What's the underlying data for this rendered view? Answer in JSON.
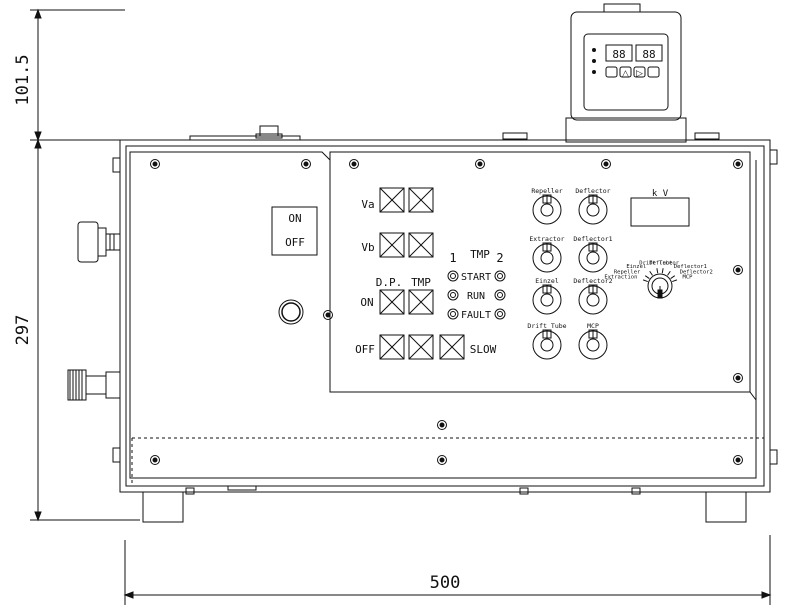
{
  "dimensions": {
    "height_top": "101.5",
    "height_main": "297",
    "width": "500"
  },
  "power_switch": {
    "on": "ON",
    "off": "OFF"
  },
  "controller": {
    "display1": "88",
    "display2": "88",
    "buttons": [
      "",
      "△",
      "▷",
      ""
    ]
  },
  "meters": {
    "va": "Va",
    "vb": "Vb",
    "dp": "D.P.",
    "tmp": "TMP",
    "on": "ON",
    "off": "OFF",
    "slow": "SLOW"
  },
  "indicators": {
    "col1": "1",
    "title": "TMP",
    "col2": "2",
    "rows": [
      "START",
      "RUN",
      "FAULT"
    ]
  },
  "knobs": [
    {
      "label": "Repeller"
    },
    {
      "label": "Deflector"
    },
    {
      "label": "Extractor"
    },
    {
      "label": "Deflector1"
    },
    {
      "label": "Einzel"
    },
    {
      "label": "Deflector2"
    },
    {
      "label": "Drift Tube"
    },
    {
      "label": "MCP"
    }
  ],
  "kv_meter": {
    "label": "k V"
  },
  "selector": {
    "positions": [
      "Extraction",
      "Repeller",
      "Einzel",
      "Drift Tube",
      "Deflector",
      "Deflector1",
      "Deflector2",
      "MCP"
    ]
  },
  "colors": {
    "line": "#111111",
    "background": "#ffffff"
  }
}
